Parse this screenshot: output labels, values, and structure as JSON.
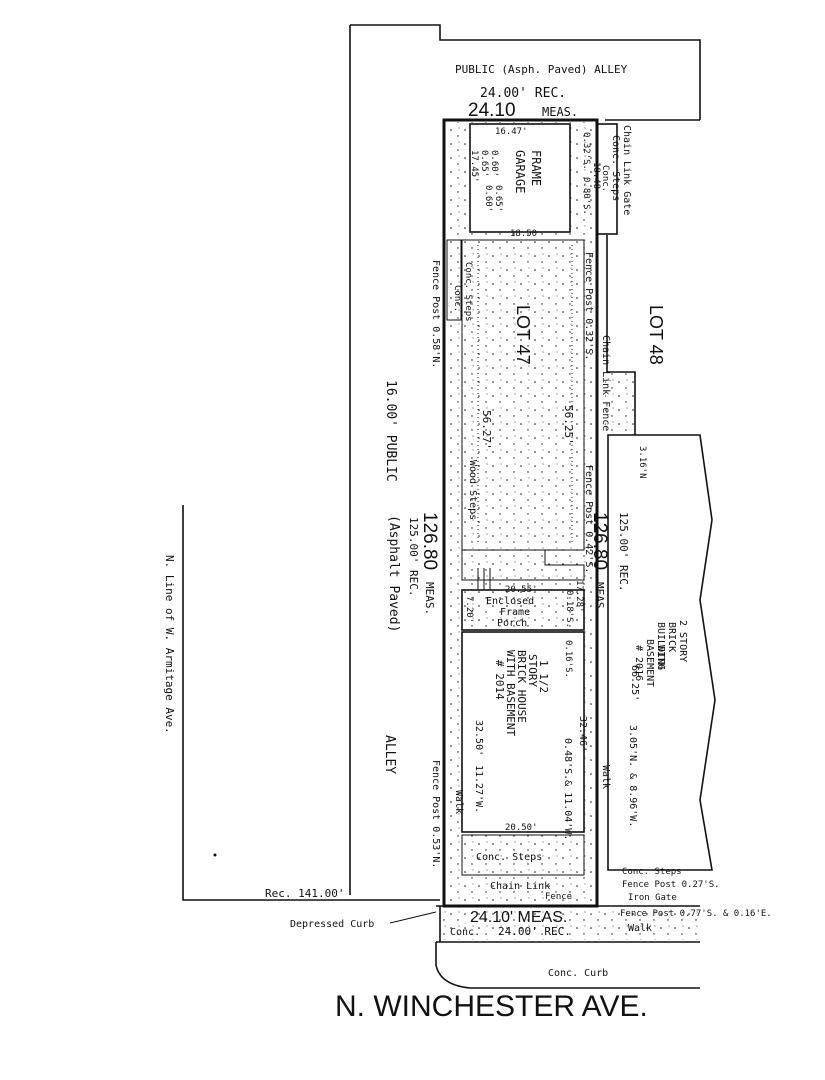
{
  "alley_top": "PUBLIC   (Asph. Paved) ALLEY",
  "top_rec": "24.00' REC.",
  "top_meas": "24.10",
  "top_meas_unit": "MEAS.",
  "garage": {
    "width_top": "16.47'",
    "width_bottom": "18.50",
    "label1": "FRAME",
    "label2": "GARAGE",
    "right_dim": "18.48",
    "off1": "0.32'S.",
    "off2": "0.80'S.",
    "left1": "0.60'",
    "left2": "0.65'",
    "left3": "17.45'",
    "left4": "0.65'",
    "left5": "0.60'"
  },
  "chain_link_gate": "Chain Link Gate",
  "conc_steps_top": "Conc. Steps",
  "conc_label": "Conc.",
  "lot47": "LOT 47",
  "lot48": "LOT 48",
  "fence_post_032": "Fence Post 0.32'S.",
  "chain_link_fence": "Chain Link Fence",
  "fence_post_058": "Fence Post 0.58'N.",
  "conc_steps_left": "Conc. Steps",
  "conc_left": "Conc.",
  "dim_5627": "56.27'",
  "dim_5625": "56.25'",
  "wood_steps": "Wood Steps",
  "fence_post_042": "Fence Post 0.42'S.",
  "dim_316": "3.16'N",
  "public_alley_left": "16.00'   PUBLIC",
  "asphalt_paved": "(Asphalt   Paved)",
  "alley_word": "ALLEY",
  "left_meas": "126.80",
  "left_meas_unit": "MEAS.",
  "left_rec": "125.00' REC.",
  "right_meas": "126.80",
  "right_meas_unit": "MEAS.",
  "right_rec": "125.00' REC.",
  "porch": {
    "width": "20.55'",
    "label1": "Enclosed",
    "label2": "Frame",
    "label3": "Porch",
    "left": "7.20'",
    "right1": "17.28'",
    "right2": "0.18'S."
  },
  "house": {
    "label1": "1 1/2",
    "label2": "STORY",
    "label3": "BRICK HOUSE",
    "label4": "WITH BASEMENT",
    "label5": "# 2014",
    "off_top": "0.16'S.",
    "dim_left": "32.50'",
    "dim_right": "32.46'",
    "off1": "11.27'W.",
    "off2": "0.48'S.& 11.04'W.",
    "width_bottom": "20.50'"
  },
  "neighbor": {
    "label1": "2 STORY",
    "label2": "BRICK",
    "label3": "BUILDING",
    "label4": "WITH",
    "label5": "BASEMENT",
    "label6": "# 2016",
    "dim": "66.25'",
    "off": "3.05'N. & 8.96'W."
  },
  "walk_left": "Walk",
  "walk_right": "Walk",
  "fence_post_left_bottom": "Fence Post 0.53'N.",
  "conc_steps_bottom": "Conc. Steps",
  "chain_link_fence_bottom1": "Chain Link",
  "chain_link_fence_bottom2": "Fence",
  "conc_steps_right": "Conc. Steps",
  "fence_post_027": "Fence Post 0.27'S.",
  "iron_gate": "Iron Gate",
  "fence_post_077": "Fence Post 0.77'S. & 0.16'E.",
  "line_of_armitage": "N. Line of W. Armitage Ave.",
  "rec_141": "Rec. 141.00'",
  "depressed_curb": "Depressed Curb",
  "bottom_meas": "24.10' MEAS.",
  "bottom_conc": "Conc.",
  "bottom_rec": "24.00' REC.",
  "bottom_walk": "Walk",
  "conc_curb": "Conc. Curb",
  "street": "N. WINCHESTER   AVE."
}
